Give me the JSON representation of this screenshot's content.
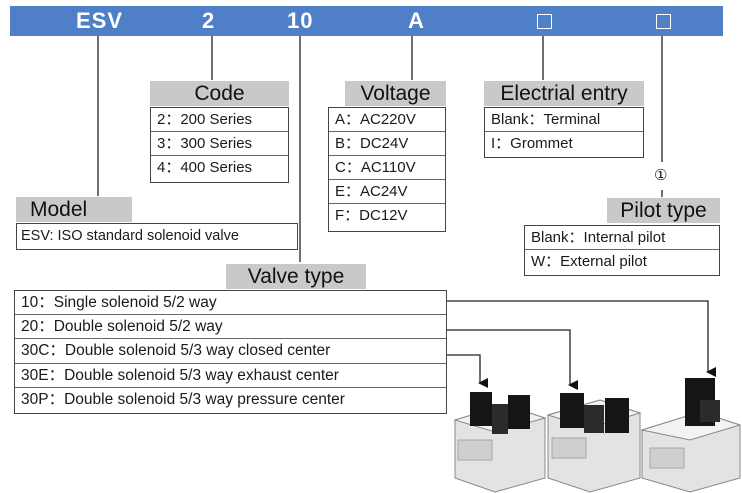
{
  "code_bar": {
    "segments": [
      "ESV",
      "2",
      "10",
      "A"
    ],
    "placeholder_boxes": 2
  },
  "code": {
    "title": "Code",
    "items": [
      "2：200 Series",
      "3：300 Series",
      "4：400 Series"
    ]
  },
  "voltage": {
    "title": "Voltage",
    "items": [
      "A：AC220V",
      "B：DC24V",
      "C：AC110V",
      "E：AC24V",
      "F：DC12V"
    ]
  },
  "electrical_entry": {
    "title": "Electrial entry",
    "items": [
      "Blank：Terminal",
      "I：Grommet"
    ]
  },
  "model": {
    "title": "Model",
    "items": [
      "ESV: ISO standard solenoid valve"
    ]
  },
  "pilot_type": {
    "marker": "①",
    "title": "Pilot type",
    "items": [
      "Blank：Internal pilot",
      "W：External pilot"
    ]
  },
  "valve_type": {
    "title": "Valve type",
    "items": [
      "10：Single solenoid 5/2 way",
      "20：Double solenoid 5/2 way",
      "30C：Double solenoid 5/3 way closed center",
      "30E：Double solenoid 5/3 way exhaust  center",
      "30P：Double solenoid 5/3 way pressure center"
    ]
  },
  "colors": {
    "bar": "#4f7fc6",
    "header_bg": "#c9c9c9",
    "line": "#222222"
  },
  "valve_images": [
    "double-solenoid-valve",
    "double-solenoid-valve",
    "single-solenoid-valve"
  ]
}
